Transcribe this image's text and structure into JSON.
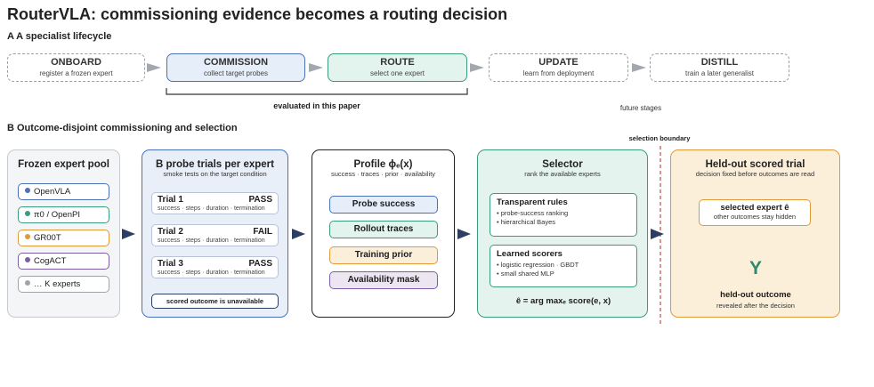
{
  "title": "RouterVLA: commissioning evidence becomes a routing decision",
  "section_a": "A A specialist lifecycle",
  "section_b": "B Outcome-disjoint commissioning and selection",
  "lifecycle": {
    "onboard": {
      "name": "ONBOARD",
      "desc": "register a frozen expert"
    },
    "commission": {
      "name": "COMMISSION",
      "desc": "collect target probes"
    },
    "route": {
      "name": "ROUTE",
      "desc": "select one expert"
    },
    "update": {
      "name": "UPDATE",
      "desc": "learn from deployment"
    },
    "distill": {
      "name": "DISTILL",
      "desc": "train a later generalist"
    },
    "evaluated_label": "evaluated in this paper",
    "future_label": "future stages"
  },
  "boundary_label": "selection boundary",
  "pool": {
    "title": "Frozen expert pool",
    "experts": [
      {
        "name": "OpenVLA",
        "color": "#4a72b8"
      },
      {
        "name": "π0 / OpenPI",
        "color": "#3b9b80"
      },
      {
        "name": "GR00T",
        "color": "#e09a3a"
      },
      {
        "name": "CogACT",
        "color": "#7b5ea7"
      },
      {
        "name": "… K experts",
        "color": "#a0a4a8"
      }
    ]
  },
  "probes": {
    "title": "B probe trials per expert",
    "subtitle": "smoke tests on the target condition",
    "trials": [
      {
        "name": "Trial 1",
        "result": "PASS",
        "meta": "success · steps · duration · termination"
      },
      {
        "name": "Trial 2",
        "result": "FAIL",
        "meta": "success · steps · duration · termination"
      },
      {
        "name": "Trial 3",
        "result": "PASS",
        "meta": "success · steps · duration · termination"
      }
    ],
    "unavailable": "scored outcome is unavailable"
  },
  "profile": {
    "title": "Profile ϕₑ(x)",
    "subtitle": "success · traces · prior · availability",
    "features": [
      {
        "name": "Probe success",
        "bg": "#e6eef9",
        "border": "#4a72b8"
      },
      {
        "name": "Rollout traces",
        "bg": "#e3f3ee",
        "border": "#3b9b80"
      },
      {
        "name": "Training prior",
        "bg": "#fcefd9",
        "border": "#e09a3a"
      },
      {
        "name": "Availability mask",
        "bg": "#ece6f3",
        "border": "#7b5ea7"
      }
    ]
  },
  "selector": {
    "title": "Selector",
    "subtitle": "rank the available experts",
    "rules_title": "Transparent rules",
    "rules": [
      "• probe-success ranking",
      "• hierarchical Bayes"
    ],
    "scorers_title": "Learned scorers",
    "scorers": [
      "• logistic regression · GBDT",
      "• small shared MLP"
    ],
    "formula": "ê = arg maxₑ score(e, x)"
  },
  "heldout": {
    "title": "Held-out scored trial",
    "subtitle": "decision fixed before outcomes are read",
    "selected_title": "selected expert ê",
    "selected_sub": "other outcomes stay hidden",
    "outcome_symbol": "Y",
    "outcome_title": "held-out outcome",
    "outcome_sub": "revealed after the decision"
  }
}
